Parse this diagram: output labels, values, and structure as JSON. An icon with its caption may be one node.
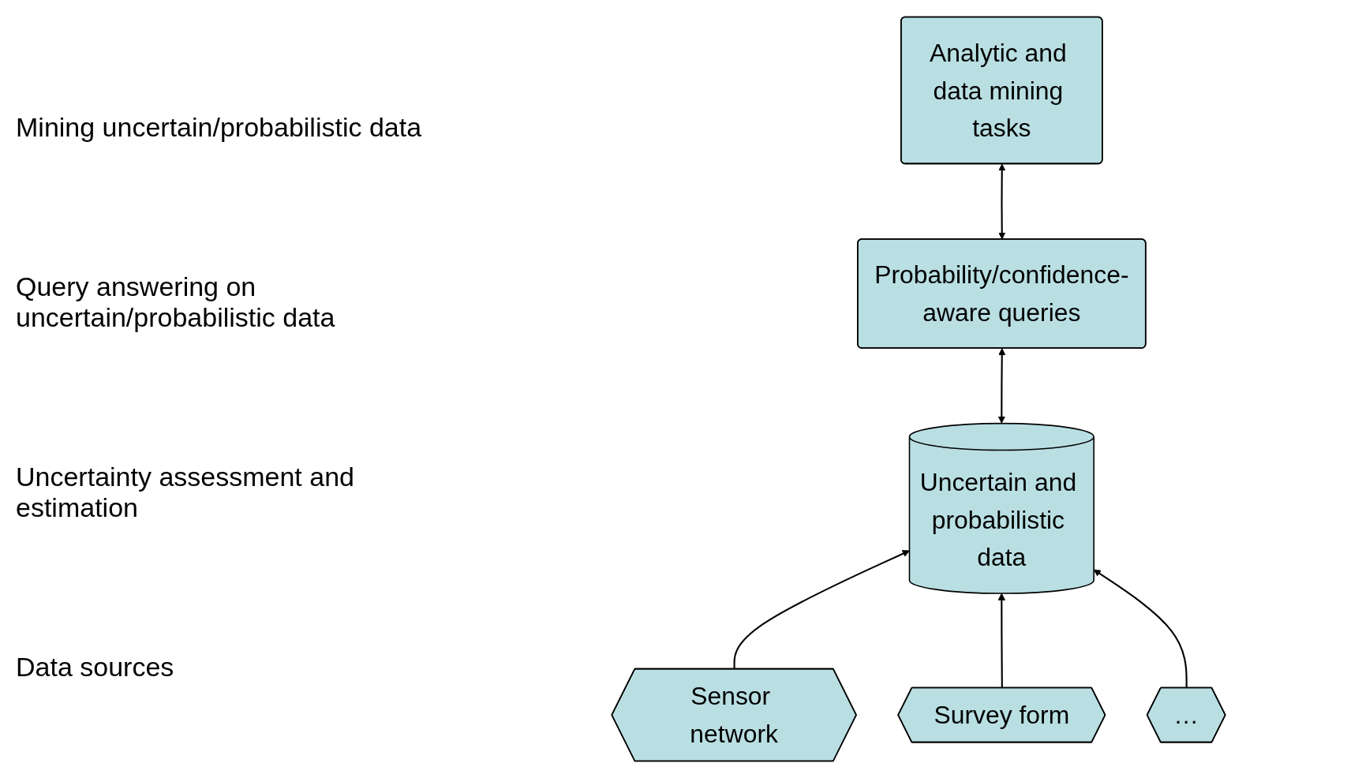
{
  "diagram": {
    "nodes": [
      {
        "text": [
          "Analytic and data mining tasks"
        ]
      },
      {
        "text": [
          "Probability/confidence-aware queries"
        ]
      },
      {
        "text": [
          "Uncertain and probabilistic data"
        ]
      },
      {
        "text": [
          "Sensor network"
        ]
      },
      {
        "text": [
          "Survey form"
        ]
      },
      {
        "text": [
          "…"
        ]
      }
    ],
    "edges": [
      {
        "from": 0,
        "to": 1,
        "arrow": "both"
      },
      {
        "from": 1,
        "to": 2,
        "arrow": "both"
      },
      {
        "from": 3,
        "to": 2,
        "arrow": "to"
      },
      {
        "from": 4,
        "to": 2,
        "arrow": "to"
      },
      {
        "from": 5,
        "to": 2,
        "arrow": "to"
      }
    ],
    "labels": [
      "Mining uncertain/probabilistic data",
      "Query answering on uncertain/probabilistic data",
      "Uncertainty assessment and estimation",
      "Data sources"
    ]
  }
}
